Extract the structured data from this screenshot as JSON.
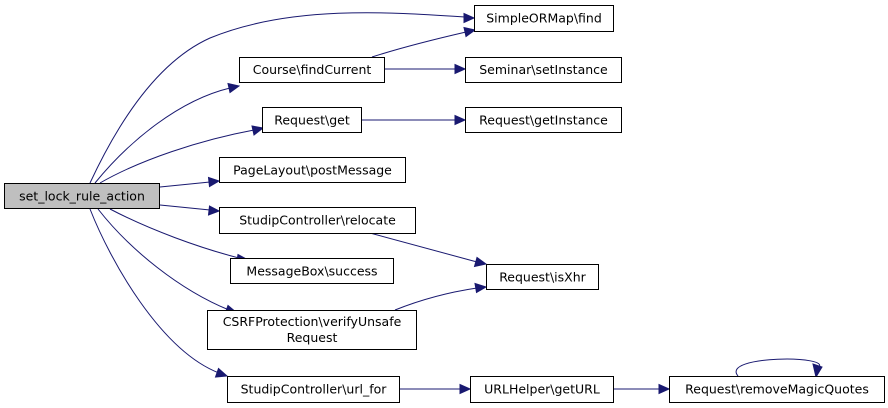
{
  "graph": {
    "nodes": {
      "root": [
        "set_lock_rule_action"
      ],
      "orm_find": [
        "SimpleORMap\\find"
      ],
      "course_find": [
        "Course\\findCurrent"
      ],
      "seminar": [
        "Seminar\\setInstance"
      ],
      "req_get": [
        "Request\\get"
      ],
      "req_getinst": [
        "Request\\getInstance"
      ],
      "pagelayout": [
        "PageLayout\\postMessage"
      ],
      "relocate": [
        "StudipController\\relocate"
      ],
      "msgbox": [
        "MessageBox\\success"
      ],
      "isxhr": [
        "Request\\isXhr"
      ],
      "csrf": [
        "CSRFProtection\\verifyUnsafe",
        "Request"
      ],
      "url_for": [
        "StudipController\\url_for"
      ],
      "geturl": [
        "URLHelper\\getURL"
      ],
      "magic": [
        "Request\\removeMagicQuotes"
      ]
    }
  }
}
